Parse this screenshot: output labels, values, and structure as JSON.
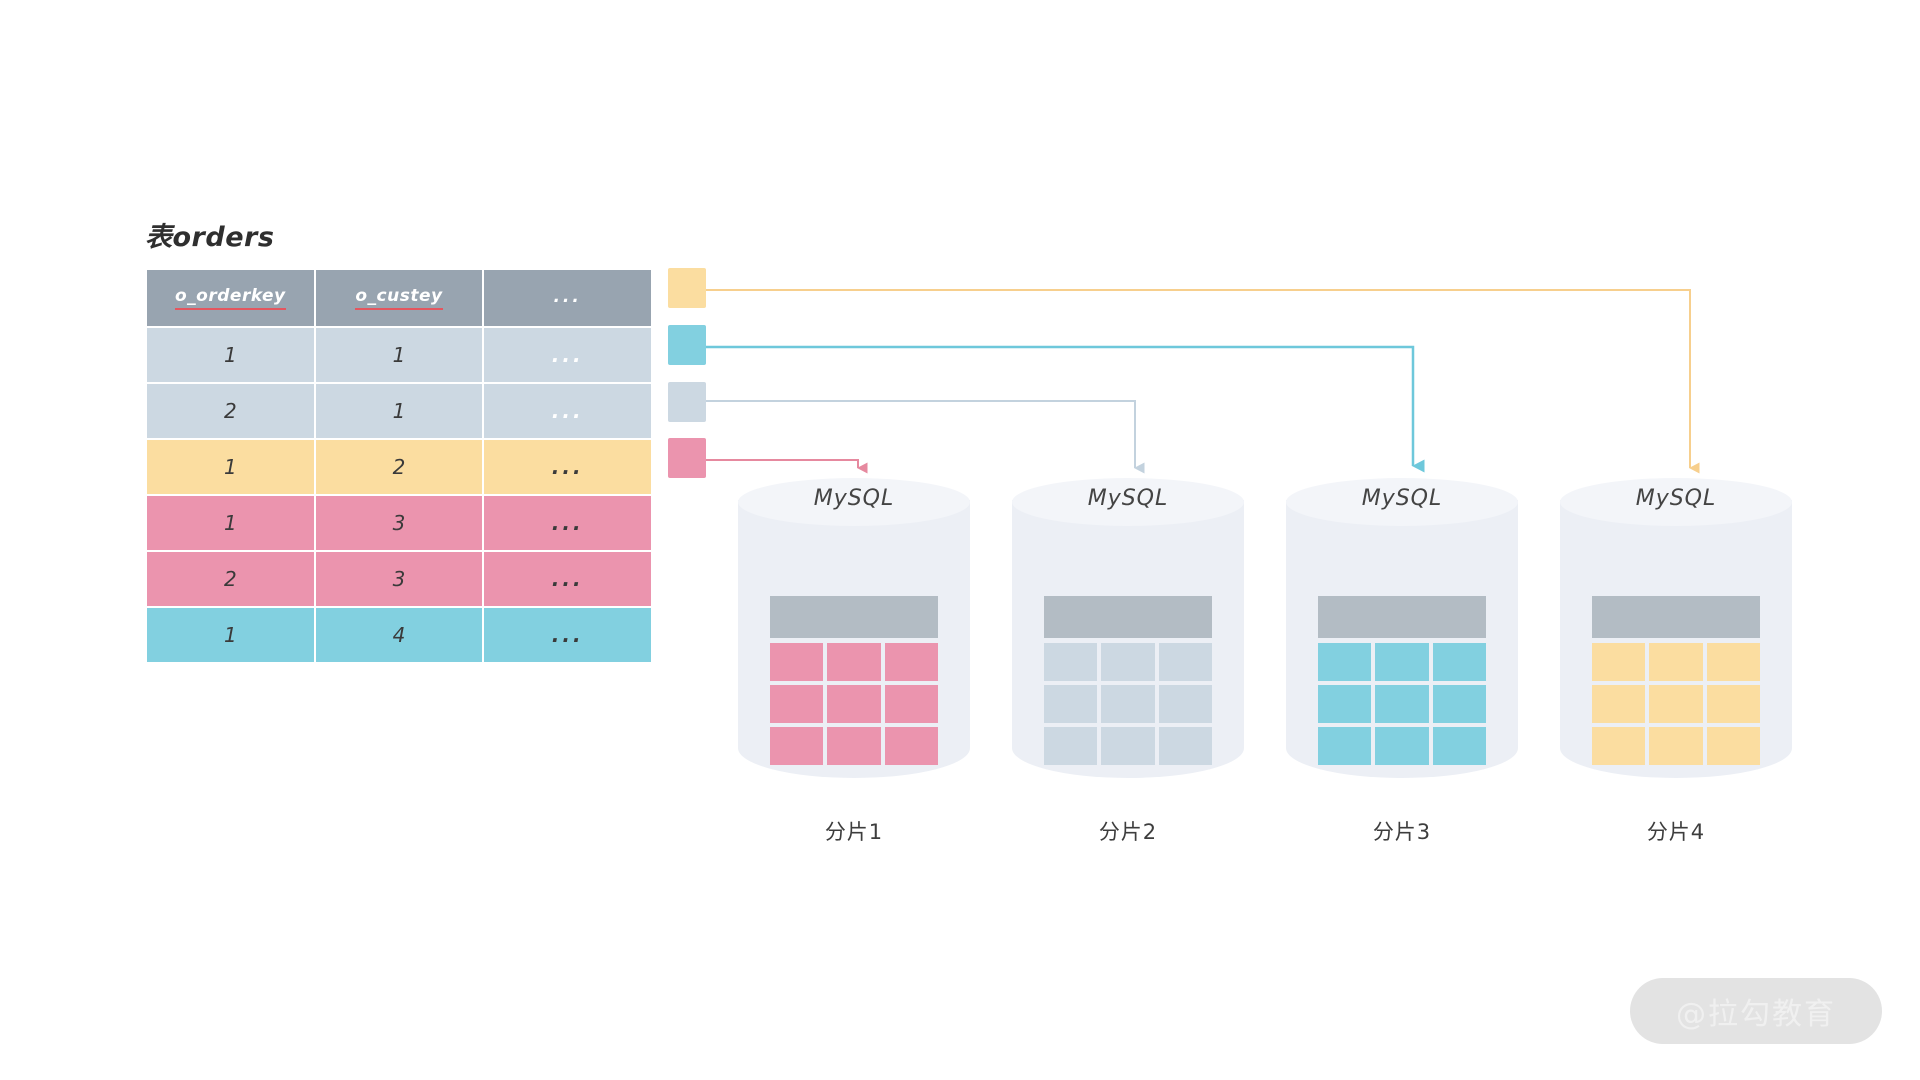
{
  "source_table": {
    "title": "表orders",
    "columns": [
      "o_orderkey",
      "o_custey",
      "..."
    ],
    "rows": [
      {
        "o_orderkey": "1",
        "o_custey": "1",
        "more": "...",
        "color": "c-blue"
      },
      {
        "o_orderkey": "2",
        "o_custey": "1",
        "more": "...",
        "color": "c-blue"
      },
      {
        "o_orderkey": "1",
        "o_custey": "2",
        "more": "...",
        "color": "c-amber"
      },
      {
        "o_orderkey": "1",
        "o_custey": "3",
        "more": "...",
        "color": "c-pink"
      },
      {
        "o_orderkey": "2",
        "o_custey": "3",
        "more": "...",
        "color": "c-pink"
      },
      {
        "o_orderkey": "1",
        "o_custey": "4",
        "more": "...",
        "color": "c-cyan"
      }
    ]
  },
  "legend_chips": [
    {
      "name": "chip-amber",
      "color": "#fbdda0",
      "target": "分片4"
    },
    {
      "name": "chip-cyan",
      "color": "#82d0e0",
      "target": "分片3"
    },
    {
      "name": "chip-blue",
      "color": "#ccd8e2",
      "target": "分片2"
    },
    {
      "name": "chip-pink",
      "color": "#eb94ae",
      "target": "分片1"
    }
  ],
  "shards": [
    {
      "db_label": "MySQL",
      "name": "分片1",
      "cell_color": "#eb94ae"
    },
    {
      "db_label": "MySQL",
      "name": "分片2",
      "cell_color": "#ccd8e2"
    },
    {
      "db_label": "MySQL",
      "name": "分片3",
      "cell_color": "#82d0e0"
    },
    {
      "db_label": "MySQL",
      "name": "分片4",
      "cell_color": "#fbdda0"
    }
  ],
  "watermark": {
    "text": "@拉勾教育"
  },
  "colors": {
    "header_gray": "#98a4b0",
    "underline_red": "#e4565f",
    "blue": "#ccd8e2",
    "amber": "#fbdda0",
    "pink": "#eb94ae",
    "cyan": "#82d0e0",
    "cylinder_body": "#eceff5",
    "grid_header": "#b3bcc4"
  }
}
